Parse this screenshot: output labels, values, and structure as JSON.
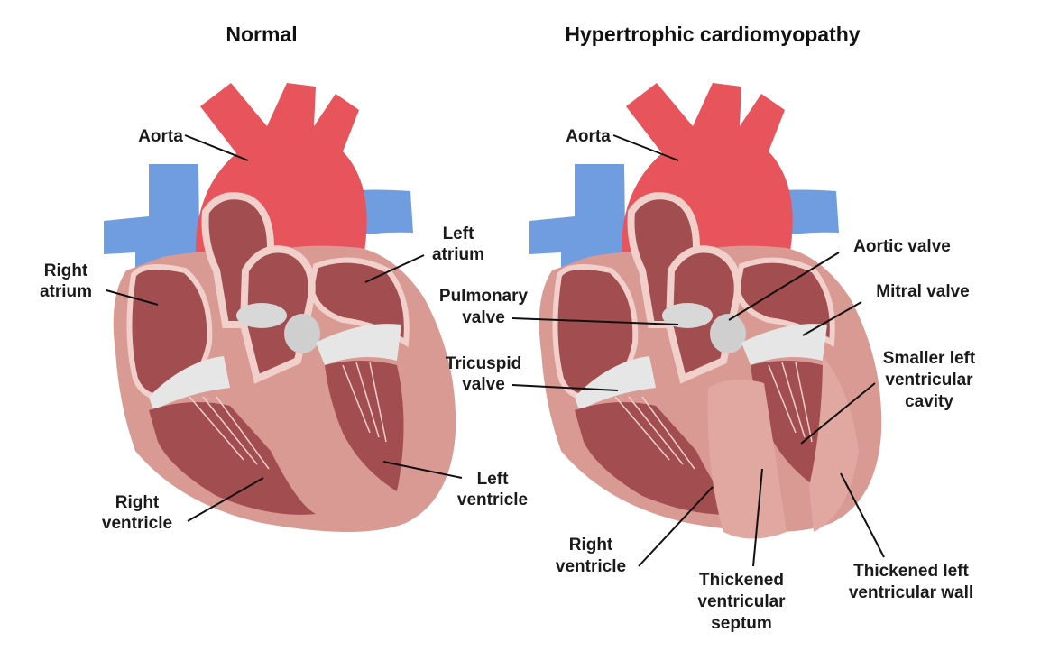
{
  "titles": {
    "normal": "Normal",
    "hcm": "Hypertrophic cardiomyopathy"
  },
  "normal": {
    "aorta": "Aorta",
    "left_atrium": [
      "Left",
      "atrium"
    ],
    "right_atrium": [
      "Right",
      "atrium"
    ],
    "left_ventricle": [
      "Left",
      "ventricle"
    ],
    "right_ventricle": [
      "Right",
      "ventricle"
    ]
  },
  "hcm": {
    "aorta": "Aorta",
    "aortic_valve": "Aortic valve",
    "mitral_valve": "Mitral valve",
    "pulmonary_valve": [
      "Pulmonary",
      "valve"
    ],
    "tricuspid_valve": [
      "Tricuspid",
      "valve"
    ],
    "smaller_cavity": [
      "Smaller  left",
      "ventricular",
      "cavity"
    ],
    "right_ventricle": [
      "Right",
      "ventricle"
    ],
    "thickened_septum": [
      "Thickened",
      "ventricular",
      "septum"
    ],
    "thickened_wall": [
      "Thickened left",
      "ventricular wall"
    ]
  },
  "colors": {
    "aorta": "#e8545c",
    "vein": "#6f9de0",
    "muscle": "#d99a94",
    "chamber": "#a24d4f",
    "valve": "#d8d8d8",
    "wall_outline": "#f1cfca"
  }
}
